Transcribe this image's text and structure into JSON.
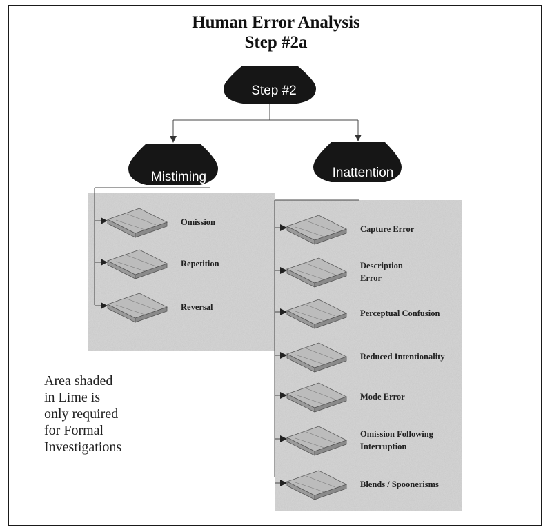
{
  "title": {
    "line1": "Human Error Analysis",
    "line2": "Step #2a"
  },
  "nodes": {
    "root": "Step #2",
    "left": "Mistiming",
    "right": "Inattention"
  },
  "mistiming_items": [
    {
      "label": "Omission"
    },
    {
      "label": "Repetition"
    },
    {
      "label": "Reversal"
    }
  ],
  "inattention_items": [
    {
      "lines": [
        "Capture Error"
      ]
    },
    {
      "lines": [
        "Description",
        "Error"
      ]
    },
    {
      "lines": [
        "Perceptual Confusion"
      ]
    },
    {
      "lines": [
        "Reduced Intentionality"
      ]
    },
    {
      "lines": [
        "Mode Error"
      ]
    },
    {
      "lines": [
        "Omission Following",
        "Interruption"
      ]
    },
    {
      "lines": [
        "Blends / Spoonerisms"
      ]
    }
  ],
  "note": {
    "lines": [
      "Area shaded",
      "in Lime is",
      "only required",
      "for Formal",
      "Investigations"
    ]
  },
  "colors": {
    "node_fill": "#161616",
    "shade": "#d4d4d4",
    "connector": "#444444"
  }
}
